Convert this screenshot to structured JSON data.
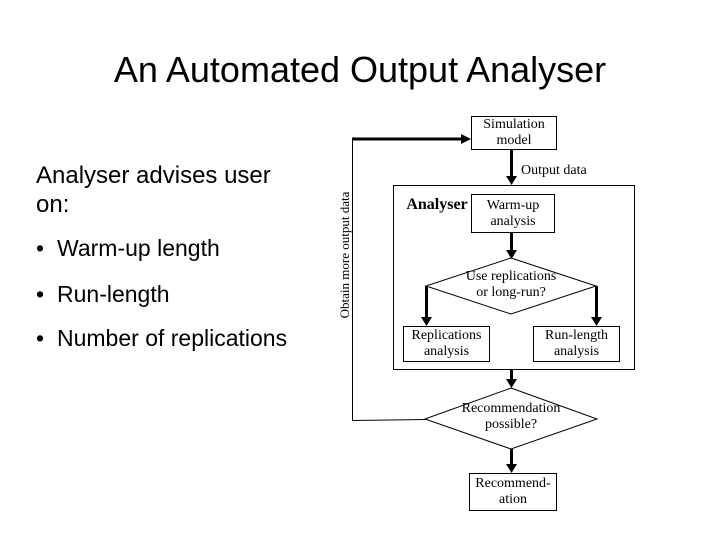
{
  "slide": {
    "title": "An Automated Output Analyser",
    "bullet_char": "•",
    "left_panel": {
      "heading": "Analyser advises user on:",
      "bullets": [
        "Warm-up length",
        "Run-length",
        "Number of replications"
      ]
    },
    "diagram": {
      "rotated_label": "Obtain more output data",
      "output_data_label": "Output data",
      "analyser_label": "Analyser",
      "nodes": {
        "simulation": {
          "line1": "Simulation",
          "line2": "model"
        },
        "warmup": {
          "line1": "Warm-up",
          "line2": "analysis"
        },
        "decision_replications": {
          "line1": "Use replications",
          "line2": "or long-run?"
        },
        "replications": {
          "line1": "Replications",
          "line2": "analysis"
        },
        "runlength": {
          "line1": "Run-length",
          "line2": "analysis"
        },
        "decision_recommendation": {
          "line1": "Recommendation",
          "line2": "possible?"
        },
        "recommendation": {
          "line1": "Recommend-",
          "line2": "ation"
        }
      }
    },
    "colors": {
      "background": "#ffffff",
      "text": "#000000",
      "line": "#000000"
    }
  }
}
